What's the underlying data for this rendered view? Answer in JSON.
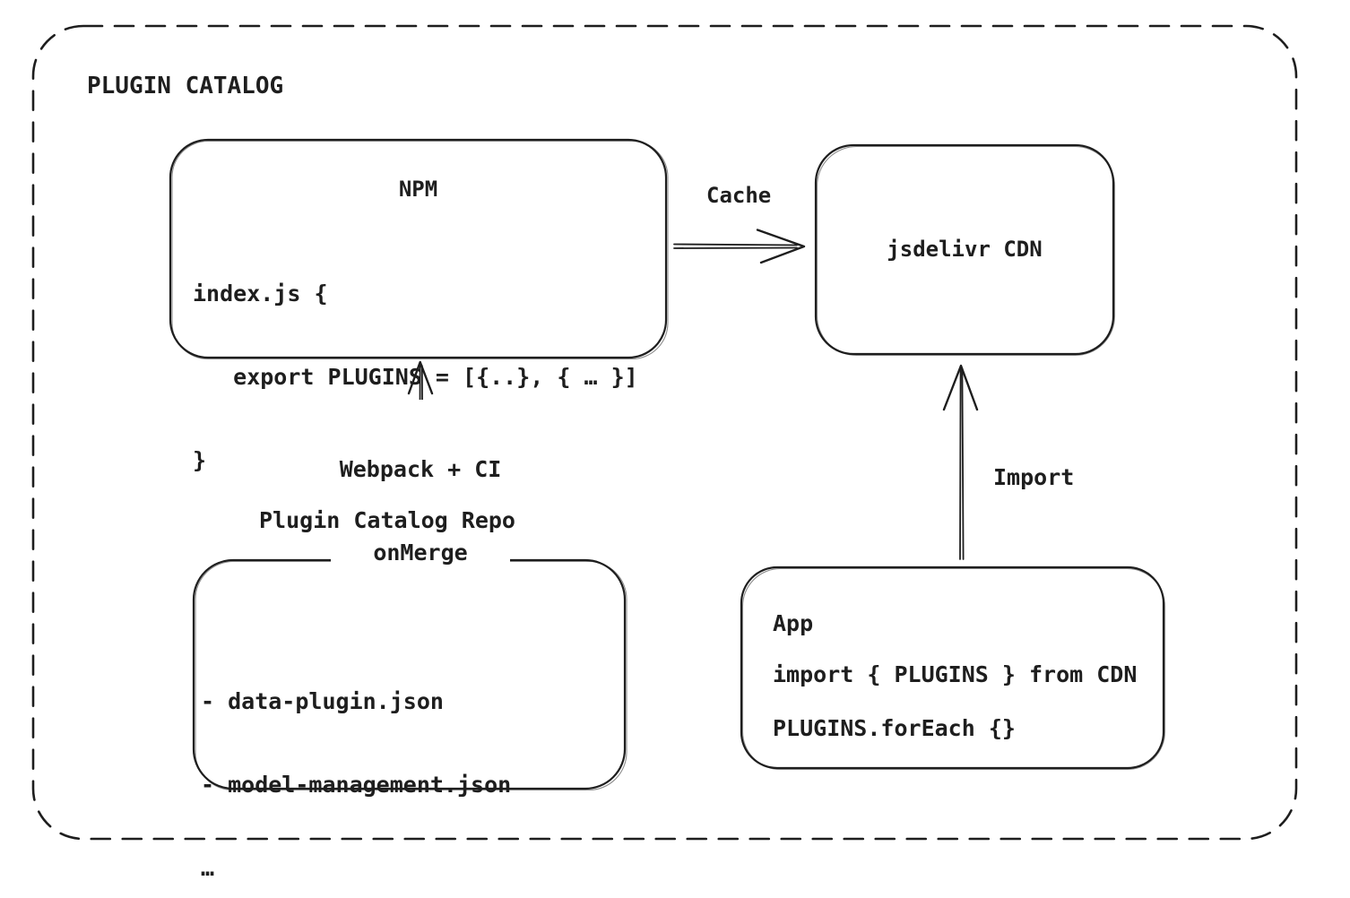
{
  "diagram": {
    "title": "PLUGIN CATALOG"
  },
  "nodes": {
    "npm": {
      "title": "NPM",
      "code": [
        "index.js {",
        "   export PLUGINS = [{..}, { … }]",
        "}"
      ]
    },
    "cdn": {
      "label": "jsdelivr CDN"
    },
    "repo": {
      "label": "Plugin Catalog Repo",
      "files": [
        "- data-plugin.json",
        "- model-management.json",
        "…"
      ]
    },
    "app": {
      "title": "App",
      "code": [
        "import { PLUGINS } from CDN",
        "PLUGINS.forEach {}"
      ]
    }
  },
  "edges": {
    "cache": {
      "label": "Cache",
      "from": "NPM",
      "to": "jsdelivr CDN"
    },
    "build": {
      "lines": [
        "Webpack + CI",
        "onMerge"
      ],
      "from": "Plugin Catalog Repo",
      "to": "NPM"
    },
    "import": {
      "label": "Import",
      "from": "App",
      "to": "jsdelivr CDN"
    }
  },
  "colors": {
    "stroke": "#1e1e1e",
    "background": "#ffffff"
  }
}
